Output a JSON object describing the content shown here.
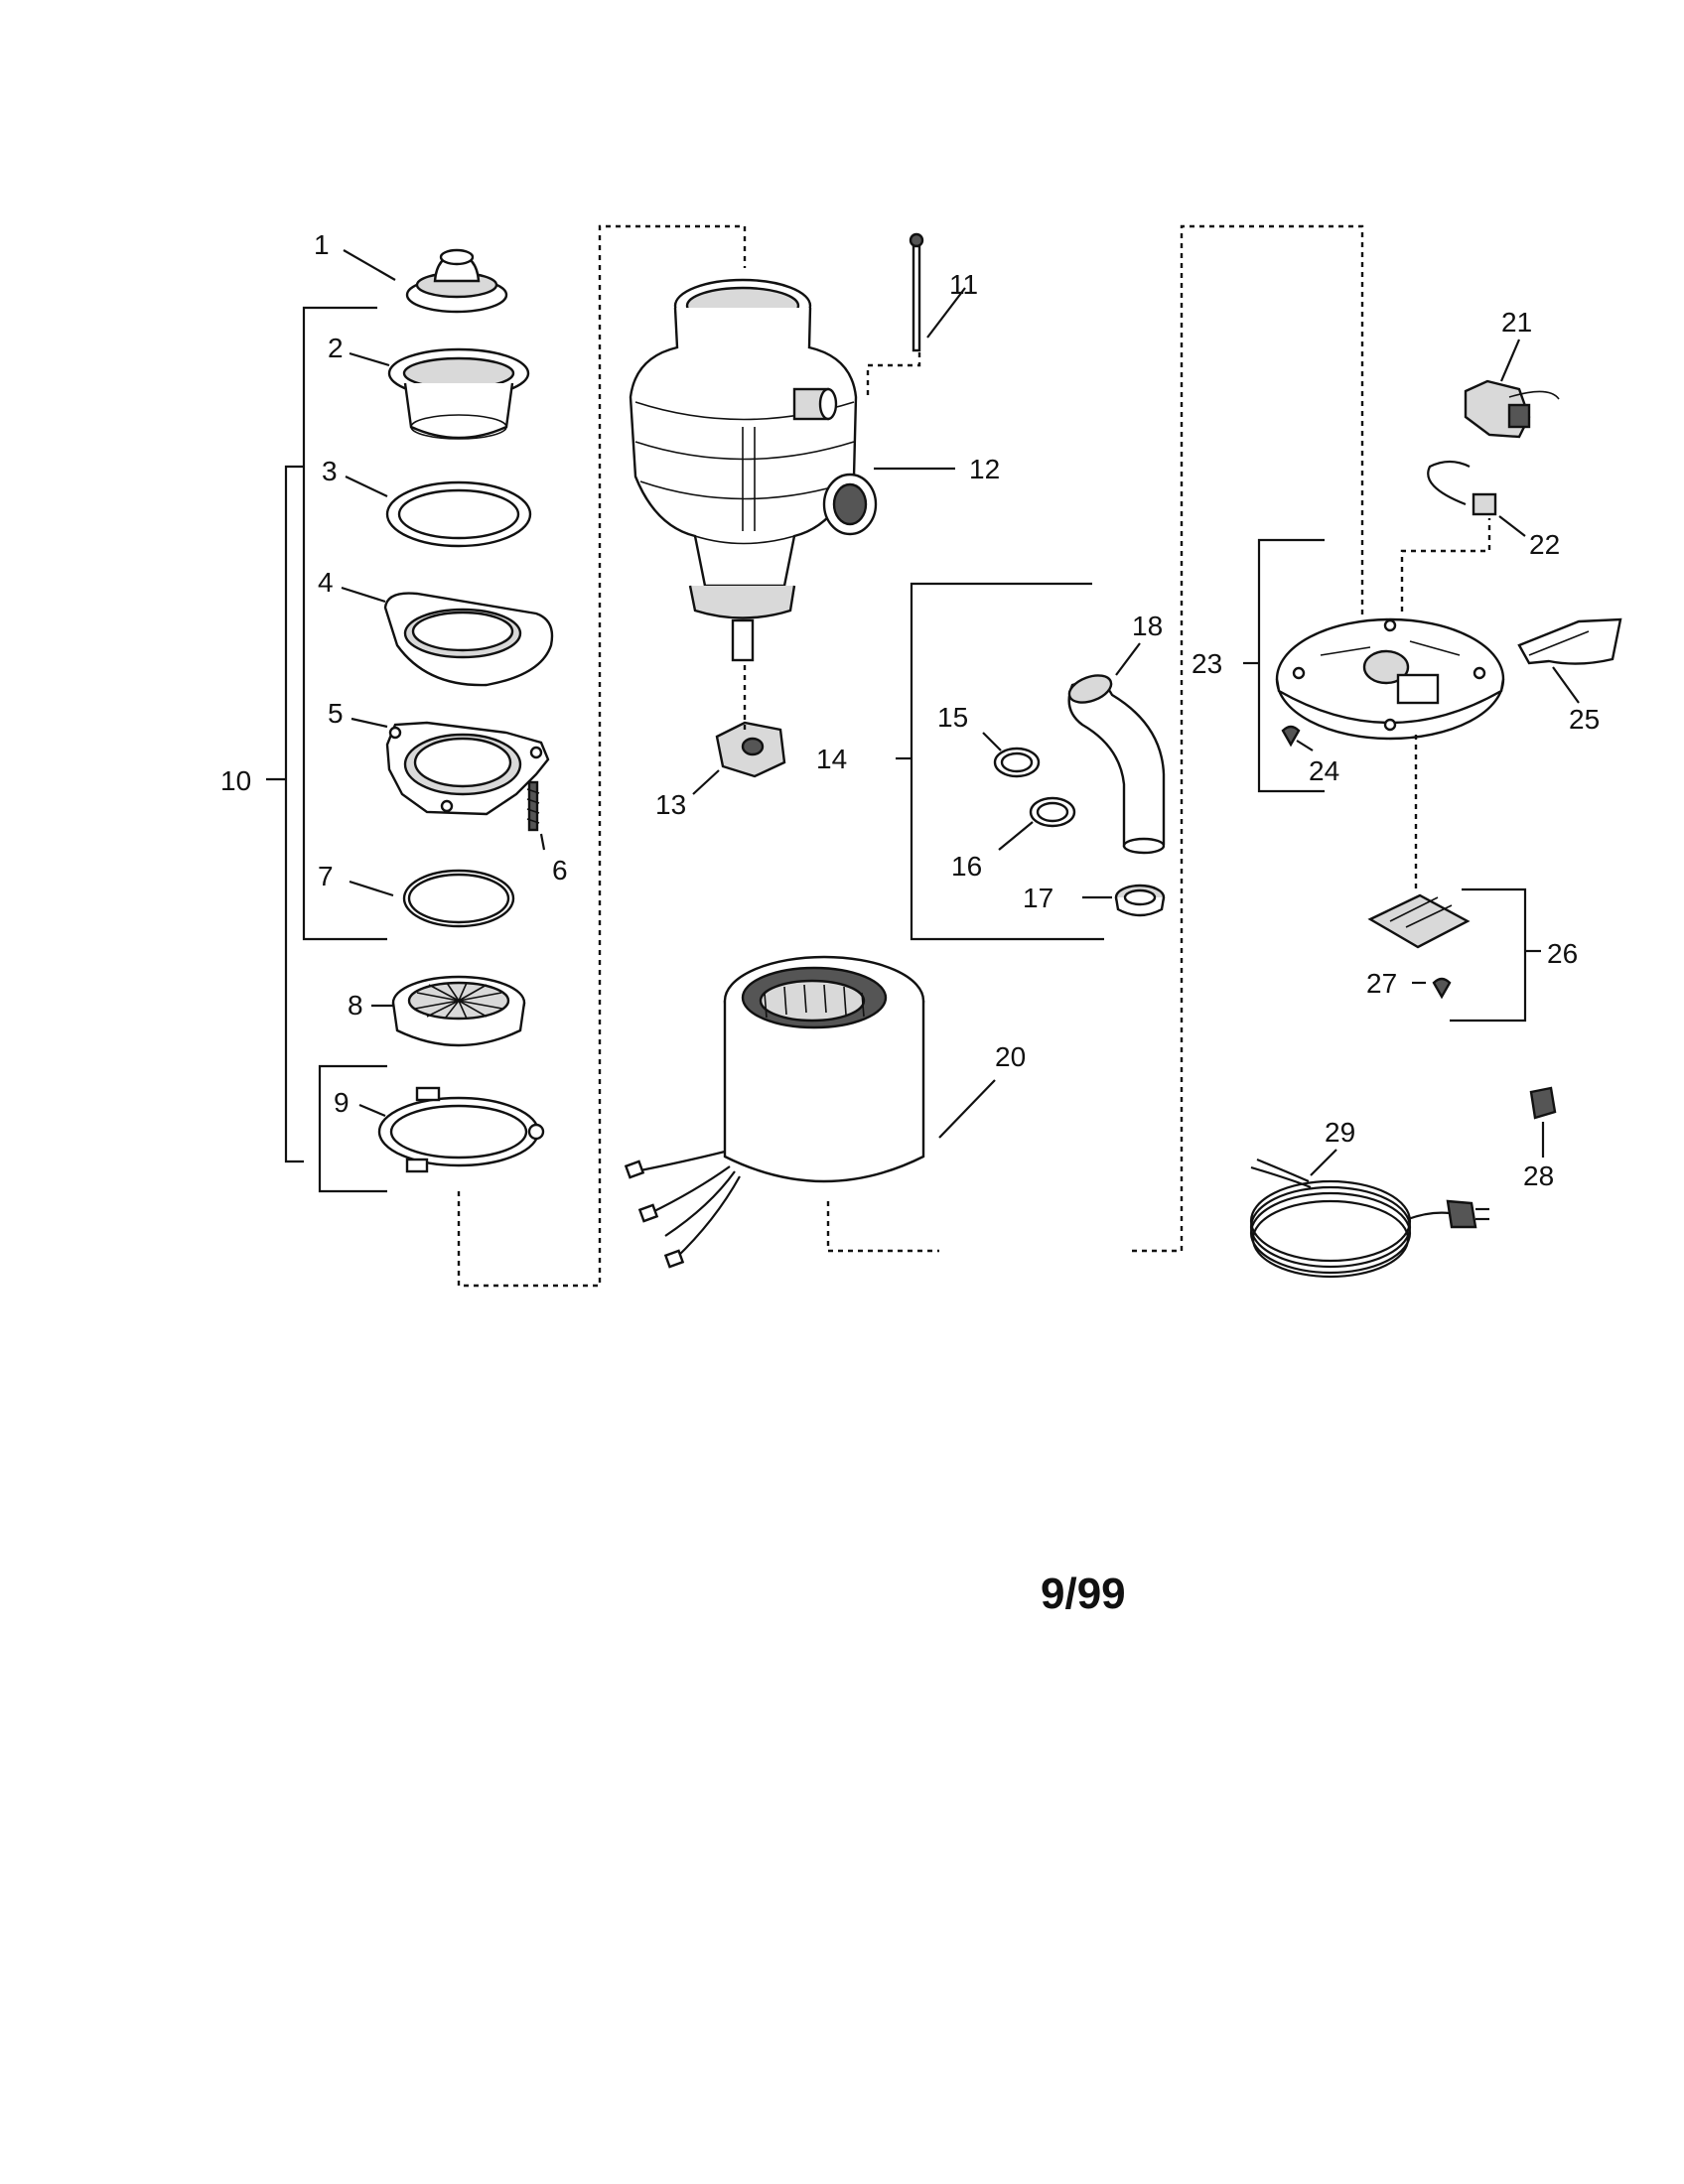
{
  "callouts": {
    "c1": "1",
    "c2": "2",
    "c3": "3",
    "c4": "4",
    "c5": "5",
    "c6": "6",
    "c7": "7",
    "c8": "8",
    "c9": "9",
    "c10": "10",
    "c11": "11",
    "c12": "12",
    "c13": "13",
    "c14": "14",
    "c15": "15",
    "c16": "16",
    "c17": "17",
    "c18": "18",
    "c20": "20",
    "c21": "21",
    "c22": "22",
    "c23": "23",
    "c24": "24",
    "c25": "25",
    "c26": "26",
    "c27": "27",
    "c28": "28",
    "c29": "29"
  },
  "date_code": "9/99"
}
